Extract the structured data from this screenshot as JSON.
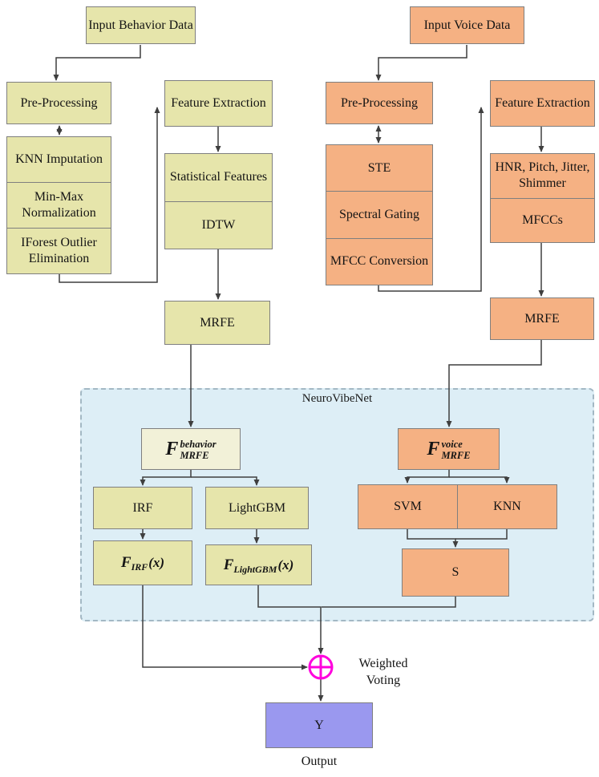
{
  "colors": {
    "khaki": "#e6e5ab",
    "khaki_light": "#f2f1d8",
    "orange": "#f5b183",
    "panelbg": "#ddeef6",
    "panelborder": "#a3b8c4",
    "border": "#7f7f7f",
    "line": "#3f3f3f",
    "magenta": "#ff00dd",
    "output_box": "#9a98ef"
  },
  "behavior": {
    "input_label": "Input Behavior Data",
    "preprocessing_label": "Pre-Processing",
    "feature_extraction_label": "Feature Extraction",
    "preprocessing_steps": [
      "KNN Imputation",
      "Min-Max Normalization",
      "IForest Outlier Elimination"
    ],
    "feature_steps": [
      "Statistical Features",
      "IDTW"
    ],
    "mrfe_label": "MRFE"
  },
  "voice": {
    "input_label": "Input Voice Data",
    "preprocessing_label": "Pre-Processing",
    "feature_extraction_label": "Feature Extraction",
    "preprocessing_steps": [
      "STE",
      "Spectral Gating",
      "MFCC Conversion"
    ],
    "feature_steps": [
      "HNR, Pitch, Jitter, Shimmer",
      "MFCCs"
    ],
    "mrfe_label": "MRFE"
  },
  "neurovibenet": {
    "title": "NeuroVibeNet",
    "f_behavior": {
      "base": "F",
      "sup": "behavior",
      "sub": "MRFE"
    },
    "f_voice": {
      "base": "F",
      "sup": "voice",
      "sub": "MRFE"
    },
    "irf_label": "IRF",
    "lightgbm_label": "LightGBM",
    "f_irf": {
      "base": "F",
      "sub": "IRF",
      "arg": "(x)"
    },
    "f_lightgbm": {
      "base": "F",
      "sub": "LightGBM",
      "arg": "(x)"
    },
    "svm_label": "SVM",
    "knn_label": "KNN",
    "s_label": "S"
  },
  "fusion": {
    "weighted_voting_label": "Weighted Voting",
    "y_label": "Y",
    "output_label": "Output"
  }
}
